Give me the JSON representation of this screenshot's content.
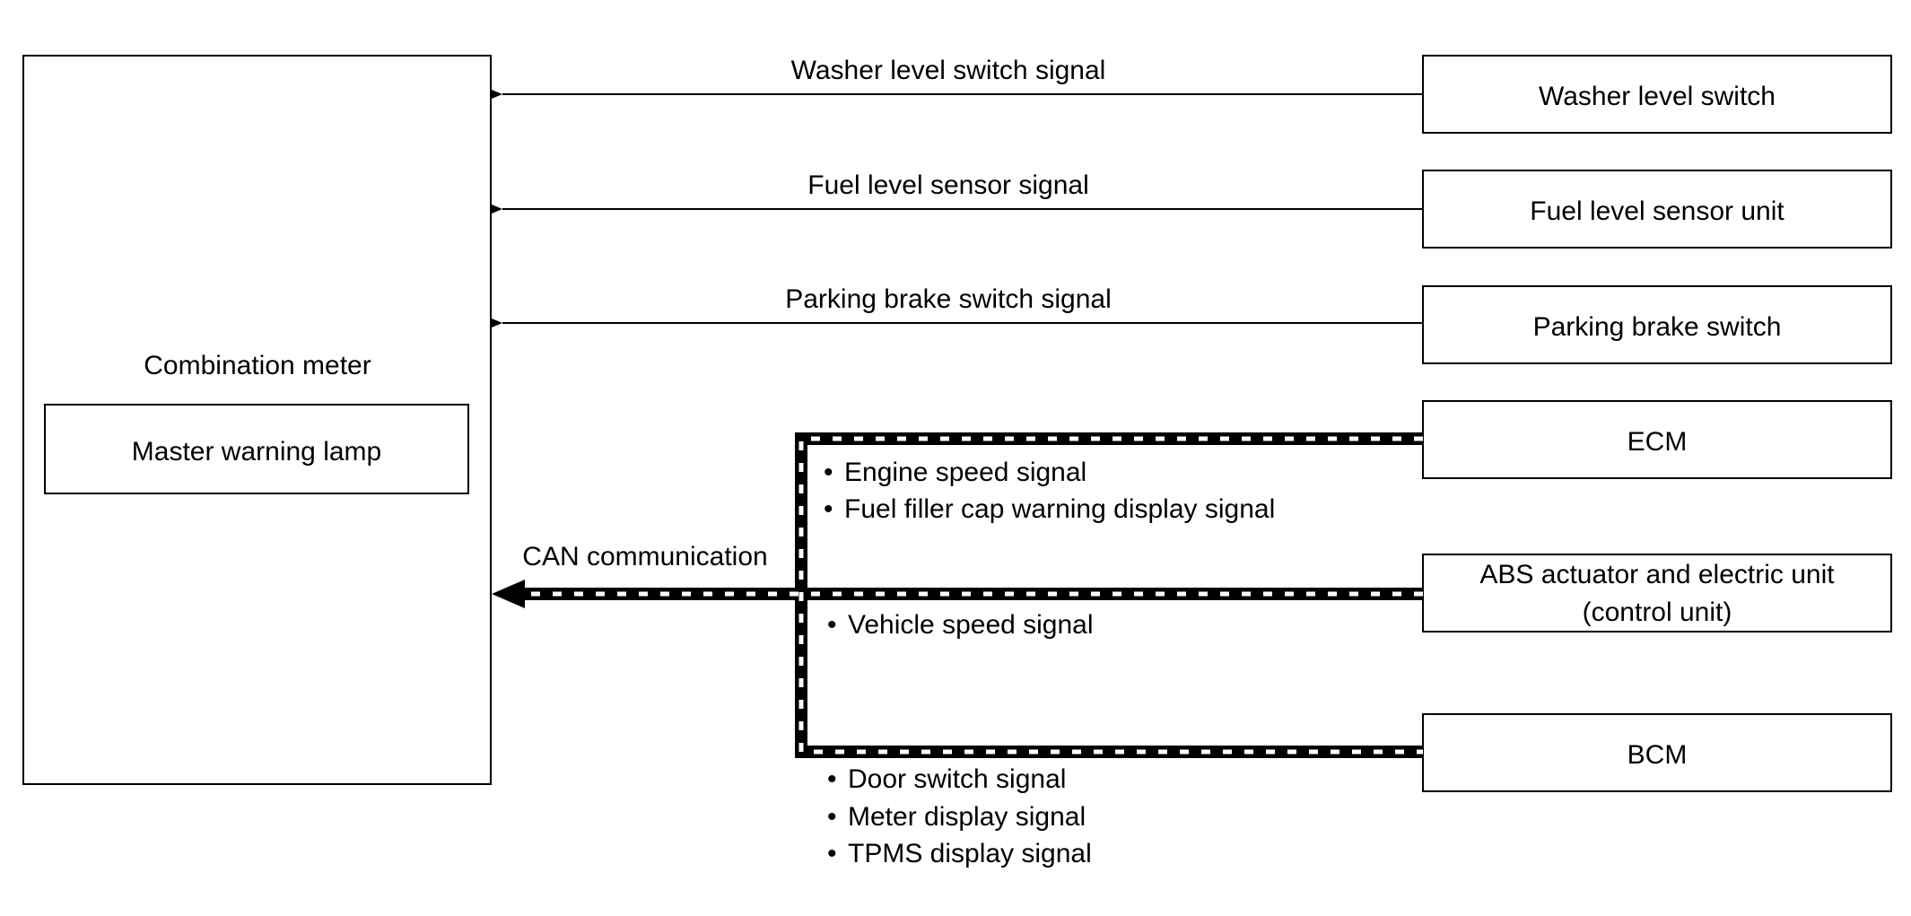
{
  "combination_meter": {
    "title": "Combination meter",
    "inner_label": "Master warning lamp"
  },
  "units": {
    "washer": "Washer level switch",
    "fuel": "Fuel level sensor unit",
    "parking": "Parking brake switch",
    "ecm": "ECM",
    "abs_line1": "ABS actuator and electric unit",
    "abs_line2": "(control unit)",
    "bcm": "BCM"
  },
  "signals": {
    "washer": "Washer level switch signal",
    "fuel": "Fuel level sensor signal",
    "parking": "Parking brake switch signal",
    "can": "CAN communication"
  },
  "ecm_signals": [
    "Engine speed signal",
    "Fuel filler cap warning display signal"
  ],
  "abs_signals": [
    "Vehicle speed signal"
  ],
  "bcm_signals": [
    "Door switch signal",
    "Meter display signal",
    "TPMS display signal"
  ],
  "bullet": "•"
}
